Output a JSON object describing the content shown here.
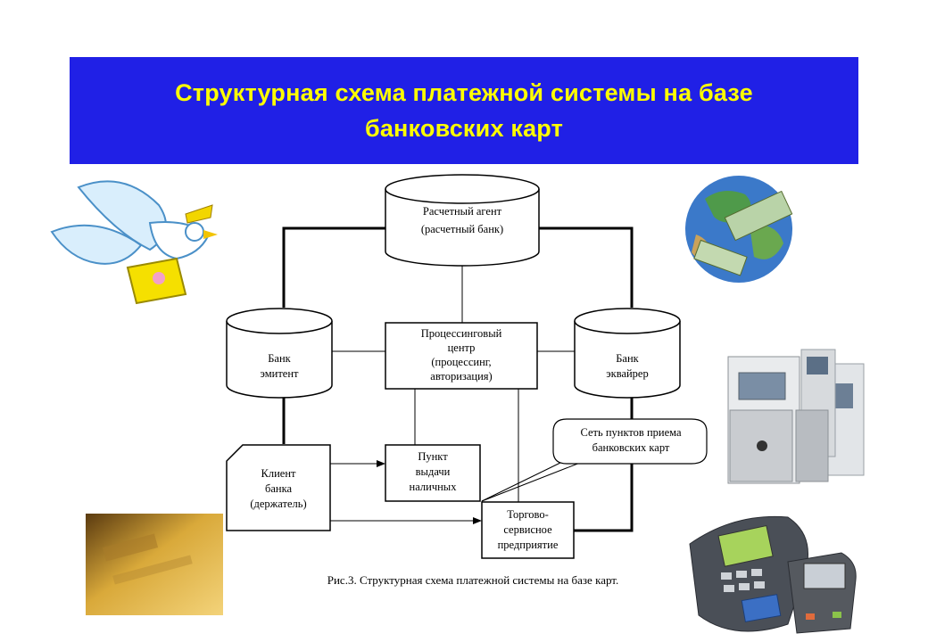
{
  "title": {
    "line1": "Структурная  схема платежной системы на базе",
    "line2": "банковских карт"
  },
  "nodes": {
    "settlement_agent": {
      "line1": "Расчетный агент",
      "line2": "(расчетный банк)"
    },
    "issuer_bank": {
      "line1": "Банк",
      "line2": "эмитент"
    },
    "processing_center": {
      "line1": "Процессинговый",
      "line2": "центр",
      "line3": "(процессинг,",
      "line4": "авторизация)"
    },
    "acquirer_bank": {
      "line1": "Банк",
      "line2": "эквайрер"
    },
    "client": {
      "line1": "Клиент",
      "line2": "банка",
      "line3": "(держатель)"
    },
    "cash_point": {
      "line1": "Пункт",
      "line2": "выдачи",
      "line3": "наличных"
    },
    "merchant": {
      "line1": "Торгово-",
      "line2": "сервисное",
      "line3": "предприятие"
    },
    "callout": {
      "line1": "Сеть пунктов приема",
      "line2": "банковских карт"
    }
  },
  "caption": "Рис.3. Структурная схема платежной системы на базе карт.",
  "decor": {
    "dove": "dove-with-mailbag-picture",
    "globe": "globe-with-banknotes-picture",
    "atms": "atm-machines-picture",
    "card": "gold-bank-card-picture",
    "terminals": "pos-terminals-picture"
  },
  "colors": {
    "banner": "#2020e6",
    "banner_text": "#ffff00"
  }
}
